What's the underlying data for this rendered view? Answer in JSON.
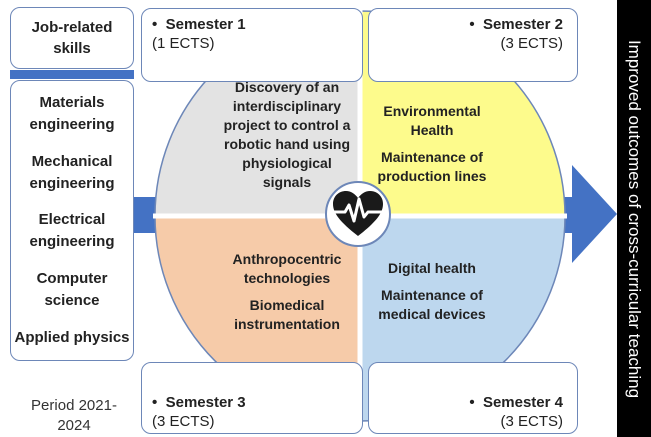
{
  "skills": {
    "header": "Job-related skills",
    "items": [
      "Materials engineering",
      "Mechanical engineering",
      "Electrical engineering",
      "Computer science",
      "Applied physics"
    ]
  },
  "semesters": [
    {
      "title": "Semester 1",
      "ects": "(1 ECTS)"
    },
    {
      "title": "Semester 2",
      "ects": "(3 ECTS)"
    },
    {
      "title": "Semester 3",
      "ects": "(3 ECTS)"
    },
    {
      "title": "Semester 4",
      "ects": "(3 ECTS)"
    }
  ],
  "quadrants": [
    {
      "lines": [
        "Discovery of an interdisciplinary project to control a robotic hand using physiological signals"
      ],
      "color": "#e3e3e3"
    },
    {
      "lines": [
        "Environmental Health",
        "Maintenance of production lines"
      ],
      "color": "#fdfb8c"
    },
    {
      "lines": [
        "Anthropocentric technologies",
        "Biomedical instrumentation"
      ],
      "color": "#f6cba9"
    },
    {
      "lines": [
        "Digital health",
        "Maintenance of medical devices"
      ],
      "color": "#bdd7ee"
    }
  ],
  "period": "Period 2021-2024",
  "outcome": "Improved outcomes of cross-curricular teaching",
  "center_icon": "heartbeat-icon",
  "colors": {
    "arrow": "#4472c4",
    "border": "#6d87b8",
    "divider": "#ffffff"
  }
}
